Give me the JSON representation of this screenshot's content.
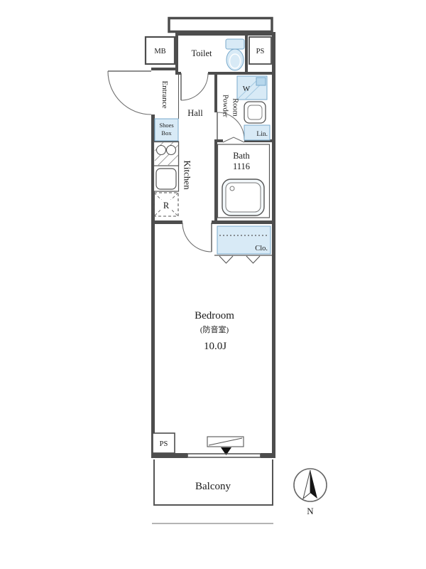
{
  "colors": {
    "wall": "#4d4d4d",
    "fixture_blue_fill": "#d8eaf6",
    "fixture_blue_stroke": "#79aacc",
    "text": "#1a1a1a"
  },
  "rooms": {
    "toilet": {
      "label": "Toilet"
    },
    "entrance": {
      "label": "Entrance"
    },
    "hall": {
      "label": "Hall"
    },
    "powder_room": {
      "label_line1": "Powder",
      "label_line2": "Room"
    },
    "kitchen": {
      "label": "Kitchen"
    },
    "bath": {
      "label": "Bath",
      "size_code": "1116"
    },
    "bedroom": {
      "label": "Bedroom",
      "note": "(防音室)",
      "size": "10.0J"
    },
    "balcony": {
      "label": "Balcony"
    }
  },
  "fixtures": {
    "meter_box": "MB",
    "pipe_space_top": "PS",
    "pipe_space_bottom": "PS",
    "shoes_box_line1": "Shoes",
    "shoes_box_line2": "Box",
    "washer": "W",
    "linen": "Lin.",
    "refrigerator": "R",
    "closet": "Clo."
  },
  "compass": {
    "north": "N"
  }
}
